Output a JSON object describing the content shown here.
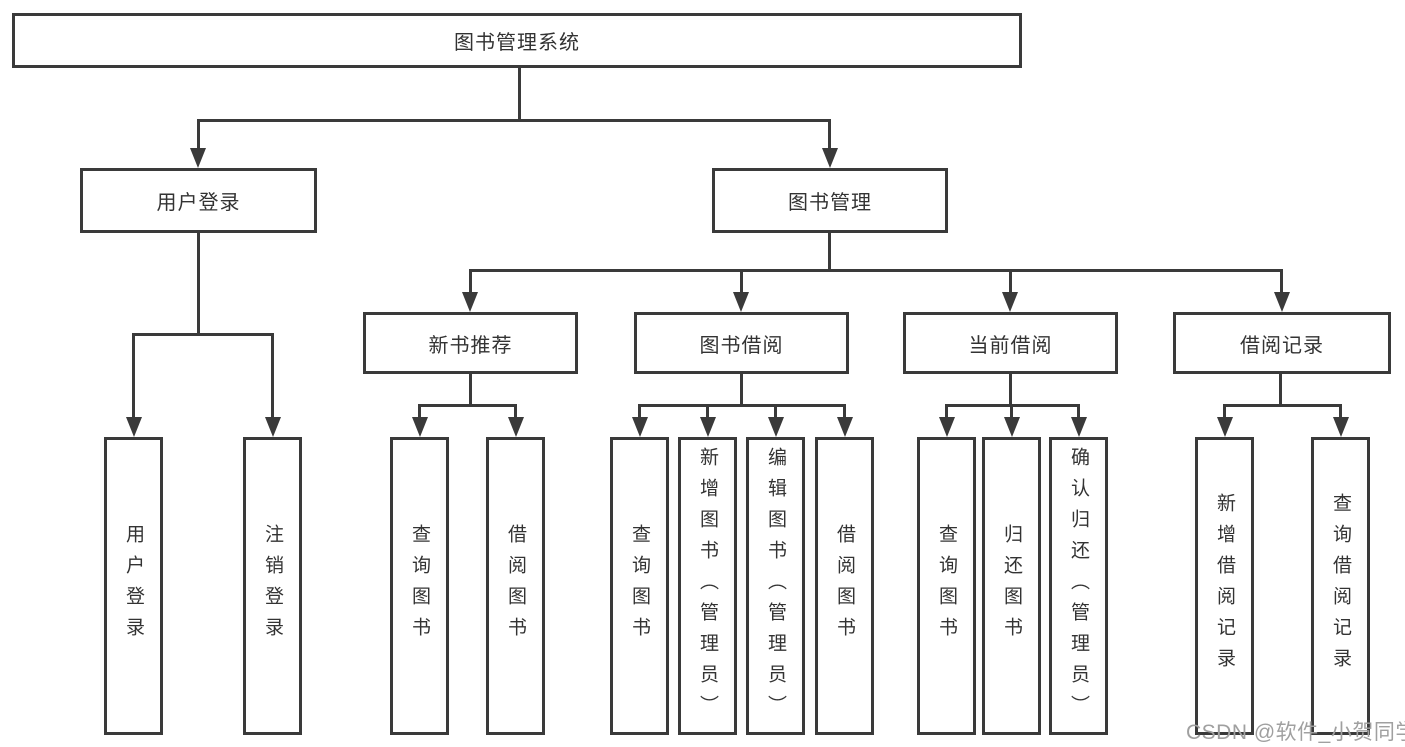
{
  "diagram": {
    "root": {
      "label": "图书管理系统"
    },
    "level2": [
      {
        "id": "user-login",
        "label": "用户登录"
      },
      {
        "id": "book-management",
        "label": "图书管理"
      }
    ],
    "level3": [
      {
        "id": "new-book-recommend",
        "parent": "图书管理",
        "label": "新书推荐"
      },
      {
        "id": "book-borrow",
        "parent": "图书管理",
        "label": "图书借阅"
      },
      {
        "id": "current-borrow",
        "parent": "图书管理",
        "label": "当前借阅"
      },
      {
        "id": "borrow-records",
        "parent": "图书管理",
        "label": "借阅记录"
      }
    ],
    "leaves": [
      {
        "parent": "用户登录",
        "label": "用户登录"
      },
      {
        "parent": "用户登录",
        "label": "注销登录"
      },
      {
        "parent": "新书推荐",
        "label": "查询图书"
      },
      {
        "parent": "新书推荐",
        "label": "借阅图书"
      },
      {
        "parent": "图书借阅",
        "label": "查询图书"
      },
      {
        "parent": "图书借阅",
        "label": "新增图书（管理员）"
      },
      {
        "parent": "图书借阅",
        "label": "编辑图书（管理员）"
      },
      {
        "parent": "图书借阅",
        "label": "借阅图书"
      },
      {
        "parent": "当前借阅",
        "label": "查询图书"
      },
      {
        "parent": "当前借阅",
        "label": "归还图书"
      },
      {
        "parent": "当前借阅",
        "label": "确认归还（管理员）"
      },
      {
        "parent": "借阅记录",
        "label": "新增借阅记录"
      },
      {
        "parent": "借阅记录",
        "label": "查询借阅记录"
      }
    ],
    "watermark": "CSDN @软件_小贺同学",
    "colors": {
      "line": "#3a3a3a",
      "text": "#333333",
      "background": "#ffffff",
      "watermark": "#a0a0a0"
    }
  }
}
